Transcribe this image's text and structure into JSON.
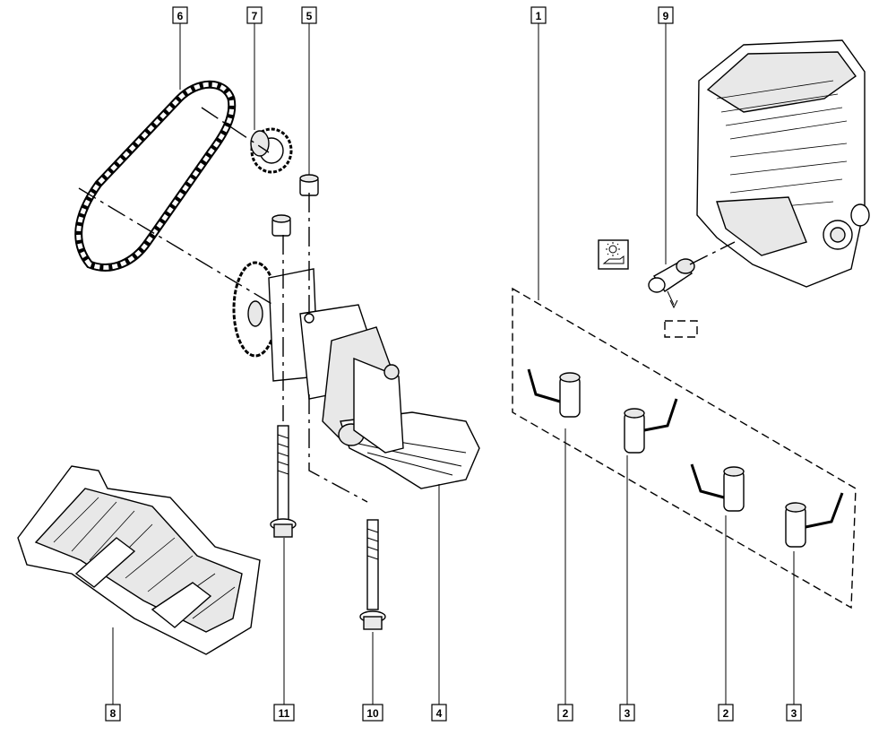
{
  "callouts": [
    {
      "id": "c6",
      "label": "6"
    },
    {
      "id": "c7",
      "label": "7"
    },
    {
      "id": "c5",
      "label": "5"
    },
    {
      "id": "c1",
      "label": "1"
    },
    {
      "id": "c9",
      "label": "9"
    },
    {
      "id": "c8",
      "label": "8"
    },
    {
      "id": "c11",
      "label": "11"
    },
    {
      "id": "c10",
      "label": "10"
    },
    {
      "id": "c4",
      "label": "4"
    },
    {
      "id": "c2a",
      "label": "2"
    },
    {
      "id": "c3a",
      "label": "3"
    },
    {
      "id": "c2b",
      "label": "2"
    },
    {
      "id": "c3b",
      "label": "3"
    }
  ],
  "icons": {
    "oil_warning": "oil-pressure-warning-icon"
  }
}
